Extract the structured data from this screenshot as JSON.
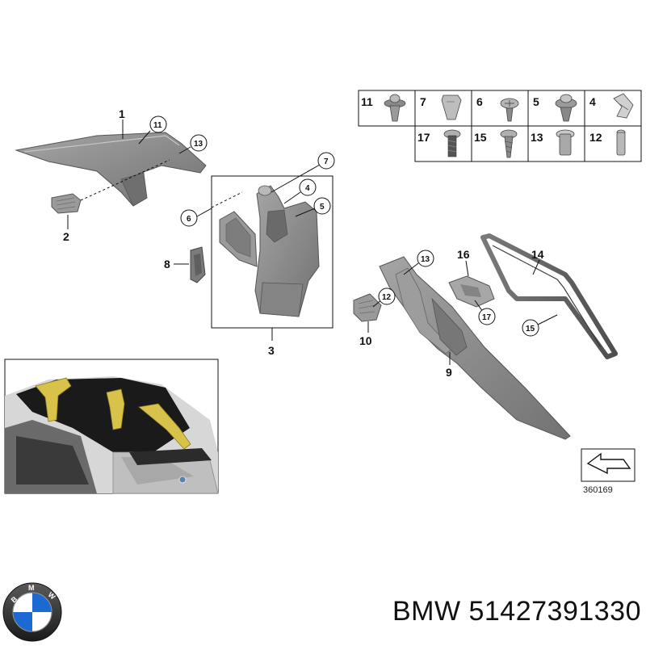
{
  "callouts": {
    "c1": "1",
    "c2": "2",
    "c3": "3",
    "c8": "8",
    "c9": "9",
    "c10": "10",
    "c14": "14",
    "c16": "16"
  },
  "circled": {
    "k11": "11",
    "k13a": "13",
    "k7": "7",
    "k4": "4",
    "k6": "6",
    "k5": "5",
    "k13b": "13",
    "k12": "12",
    "k17": "17",
    "k15": "15"
  },
  "fastener_table": {
    "row1": [
      "11",
      "7",
      "6",
      "5",
      "4"
    ],
    "row2": [
      "17",
      "15",
      "13",
      "12"
    ]
  },
  "reference_number": "360169",
  "footer": {
    "brand": "BMW",
    "part_number": "51427391330"
  },
  "colors": {
    "trim_gray": "#8e8e8e",
    "trim_dark": "#6a6a6a",
    "highlight_yellow": "#d9c24a",
    "bmw_blue": "#1c69d4"
  }
}
